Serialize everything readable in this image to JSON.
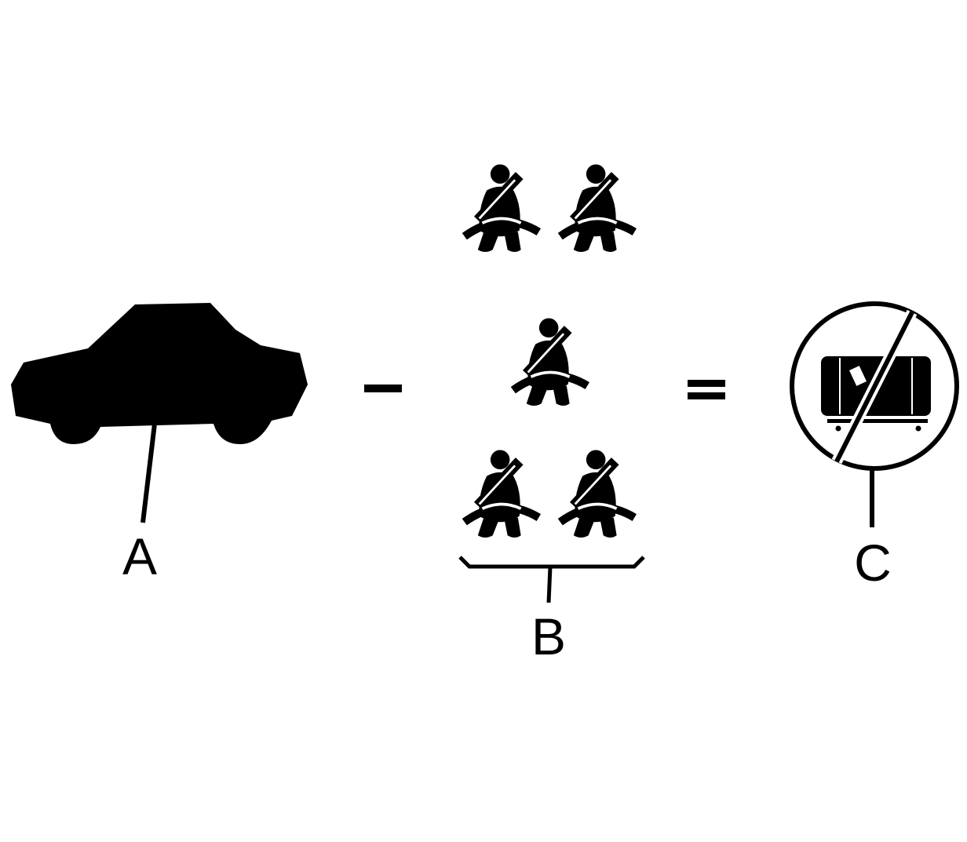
{
  "labels": {
    "a": "A",
    "b": "B",
    "c": "C"
  },
  "operators": {
    "minus": "minus-sign",
    "equals": "equals-sign"
  },
  "icons": {
    "vehicle": "car-icon",
    "occupant": "seated-passenger-with-seatbelt-icon",
    "occupant_count": 5,
    "result": "no-cargo-prohibition-icon"
  },
  "colors": {
    "ink": "#000000",
    "background": "#ffffff"
  }
}
